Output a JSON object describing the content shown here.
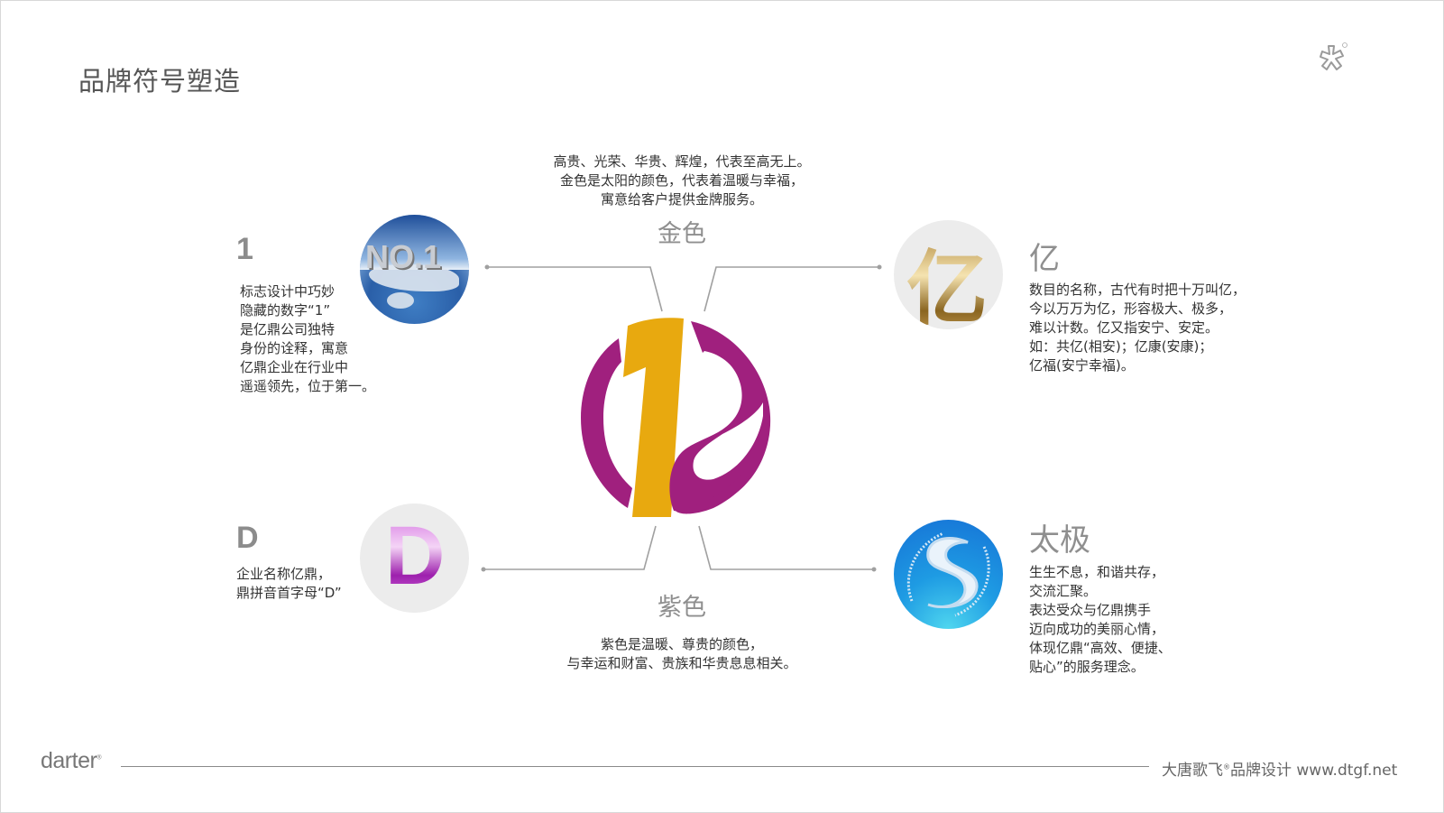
{
  "header": {
    "title": "品牌符号塑造",
    "corner_logo_icon": "asterisk-brand-icon"
  },
  "center_logo": {
    "name": "yiding-logo",
    "colors": {
      "purple": "#a0207e",
      "gold": "#e8a90f"
    }
  },
  "top_section": {
    "description": "高贵、光荣、华贵、辉煌，代表至高无上。\n金色是太阳的颜色，代表着温暖与幸福，\n寓意给客户提供金牌服务。",
    "heading": "金色"
  },
  "bottom_section": {
    "heading": "紫色",
    "description": "紫色是温暖、尊贵的颜色，\n与幸运和财富、贵族和华贵息息相关。"
  },
  "left_top": {
    "heading": "1",
    "description": "标志设计中巧妙\n隐藏的数字“1”\n是亿鼎公司独特\n身份的诠释，寓意\n亿鼎企业在行业中\n遥遥领先，位于第一。",
    "image": "no1-globe-image",
    "image_text": "NO.1"
  },
  "left_bottom": {
    "heading": "D",
    "description": "企业名称亿鼎，\n鼎拼音首字母“D”",
    "image": "purple-letter-d-image",
    "image_text": "D"
  },
  "right_top": {
    "heading": "亿",
    "description": "数目的名称，古代有时把十万叫亿，\n今以万万为亿，形容极大、极多，\n难以计数。亿又指安宁、安定。\n如：共亿(相安)；亿康(安康)；\n亿福(安宁幸福)。",
    "image": "gold-yi-character-image",
    "image_text": "亿"
  },
  "right_bottom": {
    "heading": "太极",
    "description": "生生不息，和谐共存，\n交流汇聚。\n表达受众与亿鼎携手\n迈向成功的美丽心情，\n体现亿鼎“高效、便捷、\n贴心”的服务理念。",
    "image": "water-taiji-image"
  },
  "footer": {
    "brand": "darter",
    "right_text_cn": "大唐歌飞",
    "right_text_cn2": "品牌设计",
    "url": "www.dtgf.net",
    "registered": "®"
  }
}
